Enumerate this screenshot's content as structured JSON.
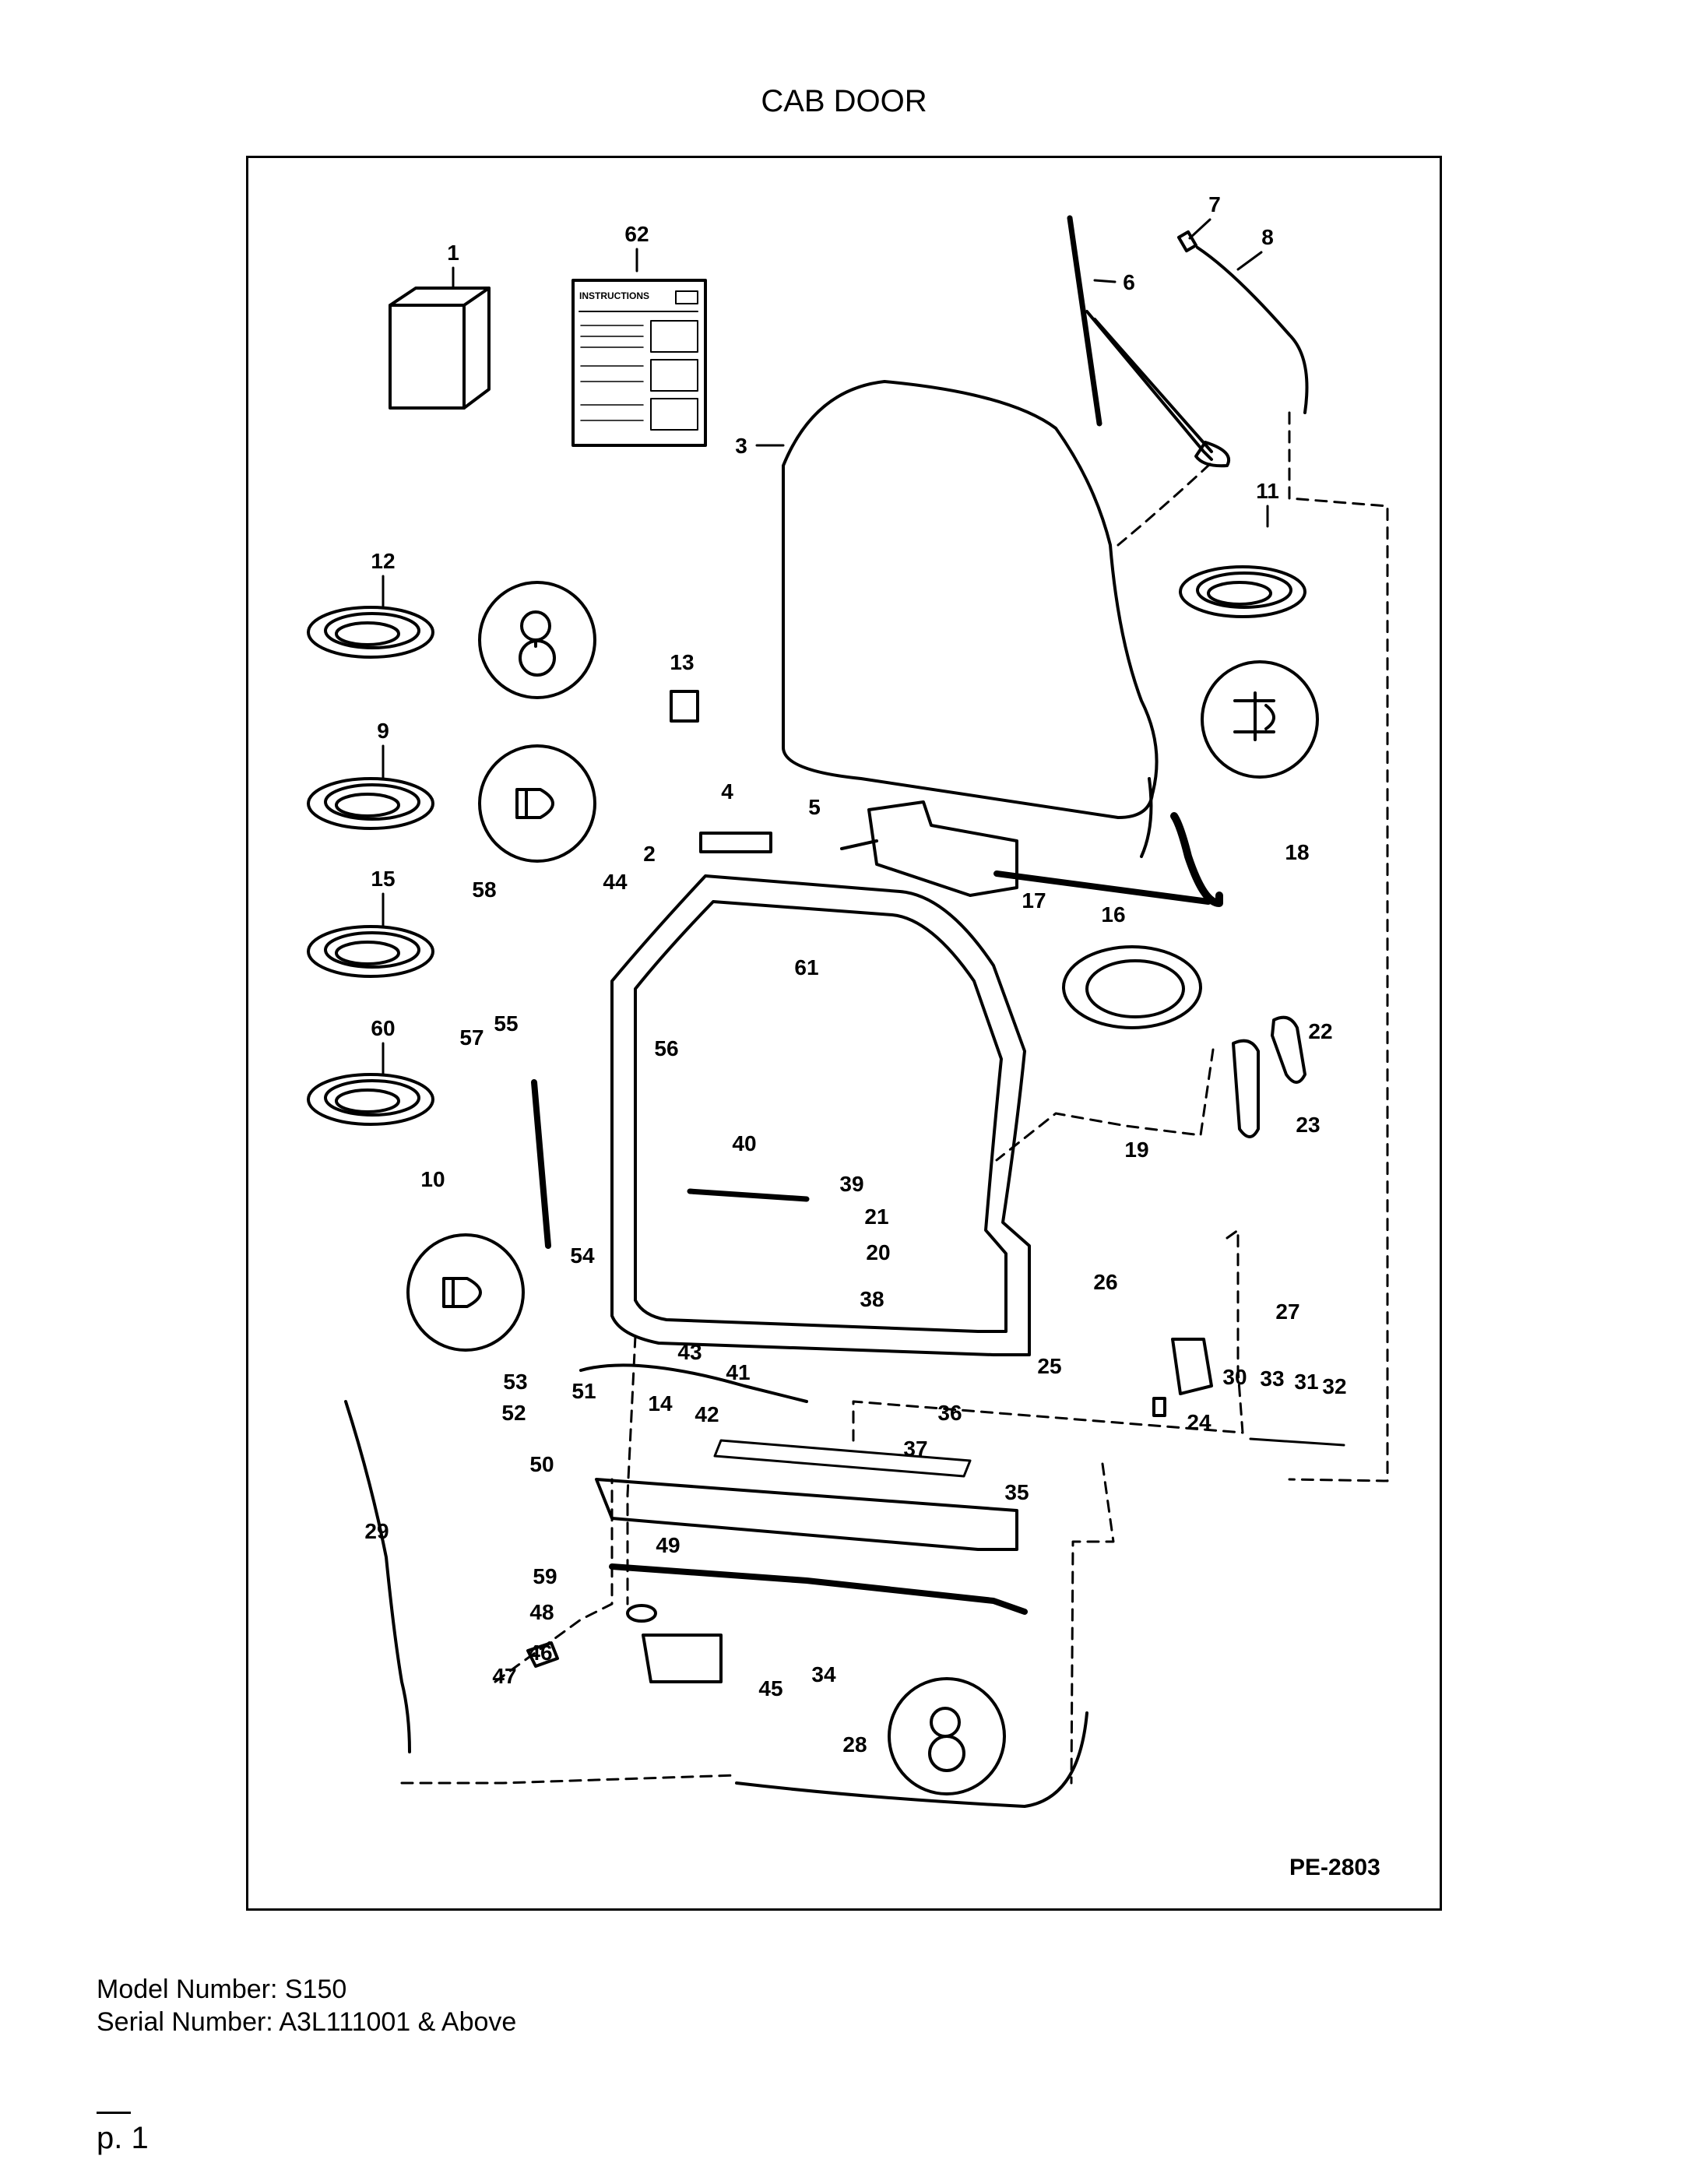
{
  "page": {
    "title": "CAB DOOR",
    "model_line": "Model Number: S150",
    "serial_line": "Serial Number: A3L111001 & Above",
    "page_number": "p. 1"
  },
  "diagram": {
    "reference": "PE-2803",
    "instructions_label": "INSTRUCTIONS",
    "callouts": [
      "1",
      "2",
      "3",
      "4",
      "5",
      "6",
      "7",
      "8",
      "9",
      "10",
      "11",
      "12",
      "13",
      "14",
      "15",
      "16",
      "17",
      "18",
      "19",
      "20",
      "21",
      "22",
      "23",
      "24",
      "25",
      "26",
      "27",
      "28",
      "29",
      "30",
      "31",
      "32",
      "33",
      "34",
      "35",
      "36",
      "37",
      "38",
      "39",
      "40",
      "41",
      "42",
      "43",
      "44",
      "45",
      "46",
      "47",
      "48",
      "49",
      "50",
      "51",
      "52",
      "53",
      "54",
      "55",
      "56",
      "57",
      "58",
      "59",
      "60",
      "61",
      "62"
    ]
  }
}
